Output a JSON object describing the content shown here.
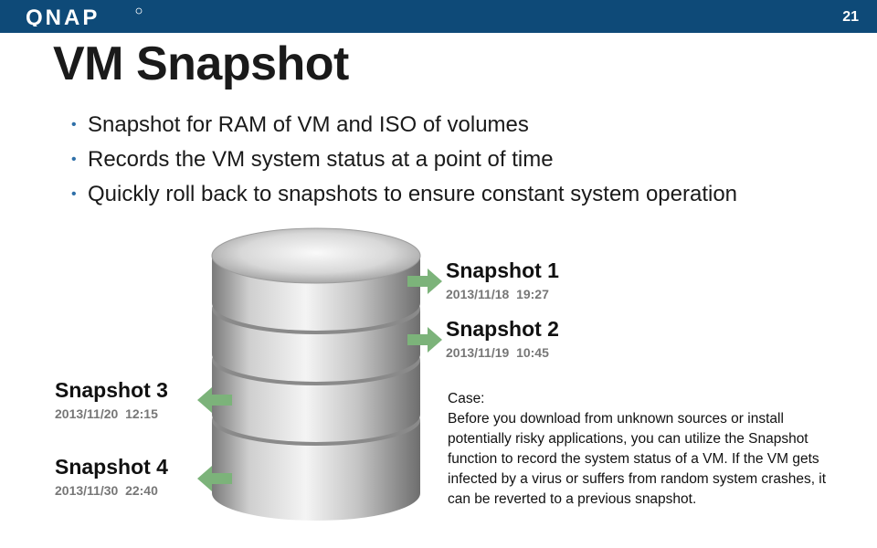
{
  "header": {
    "logo_text": "QNAP",
    "page_number": "21"
  },
  "title": "VM Snapshot",
  "bullets": [
    "Snapshot for RAM of VM and ISO of volumes",
    "Records the VM system status at a point of time",
    "Quickly roll back to snapshots to ensure constant system operation"
  ],
  "snapshots": [
    {
      "name": "Snapshot 1",
      "date": "2013/11/18  19:27"
    },
    {
      "name": "Snapshot 2",
      "date": "2013/11/19  10:45"
    },
    {
      "name": "Snapshot 3",
      "date": "2013/11/20  12:15"
    },
    {
      "name": "Snapshot 4",
      "date": "2013/11/30  22:40"
    }
  ],
  "case": {
    "label": "Case:",
    "text": "Before you download from unknown sources or install potentially risky applications, you can utilize the Snapshot function to record the system status of a VM. If the VM gets infected by a virus or suffers from random system crashes, it can be reverted to a previous snapshot."
  },
  "colors": {
    "header_bg": "#0e4a78",
    "bullet": "#2e6fa8",
    "arrow": "#7cb37a"
  }
}
